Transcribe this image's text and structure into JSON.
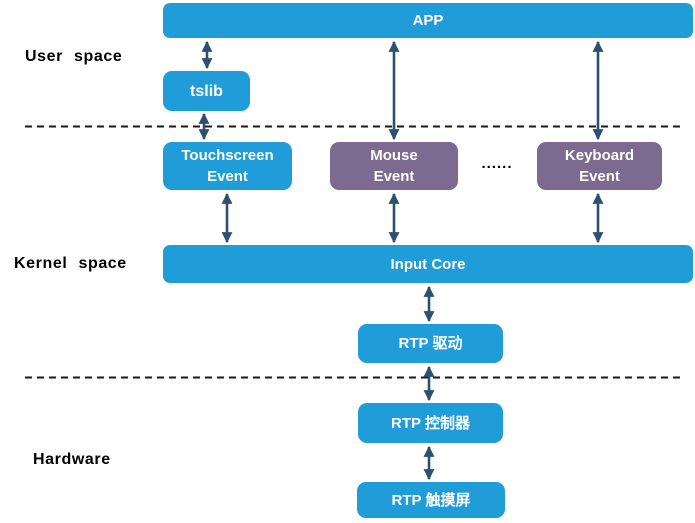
{
  "layers": {
    "user_space": "User space",
    "kernel_space": "Kernel space",
    "hardware": "Hardware"
  },
  "nodes": {
    "app": "APP",
    "tslib": "tslib",
    "touchscreen_event": "Touchscreen\nEvent",
    "mouse_event": "Mouse\nEvent",
    "keyboard_event": "Keyboard\nEvent",
    "ellipsis": "......",
    "input_core": "Input Core",
    "rtp_driver": "RTP 驱动",
    "rtp_controller": "RTP 控制器",
    "rtp_touchscreen": "RTP 触摸屏"
  },
  "colors": {
    "blue_box": "#209cd8",
    "purple_box": "#7c6a91",
    "arrow": "#2e506f",
    "divider_dash": "#1a1a1a",
    "box_text": "#ffffff",
    "label_text": "#000000",
    "background": "#ffffff"
  }
}
